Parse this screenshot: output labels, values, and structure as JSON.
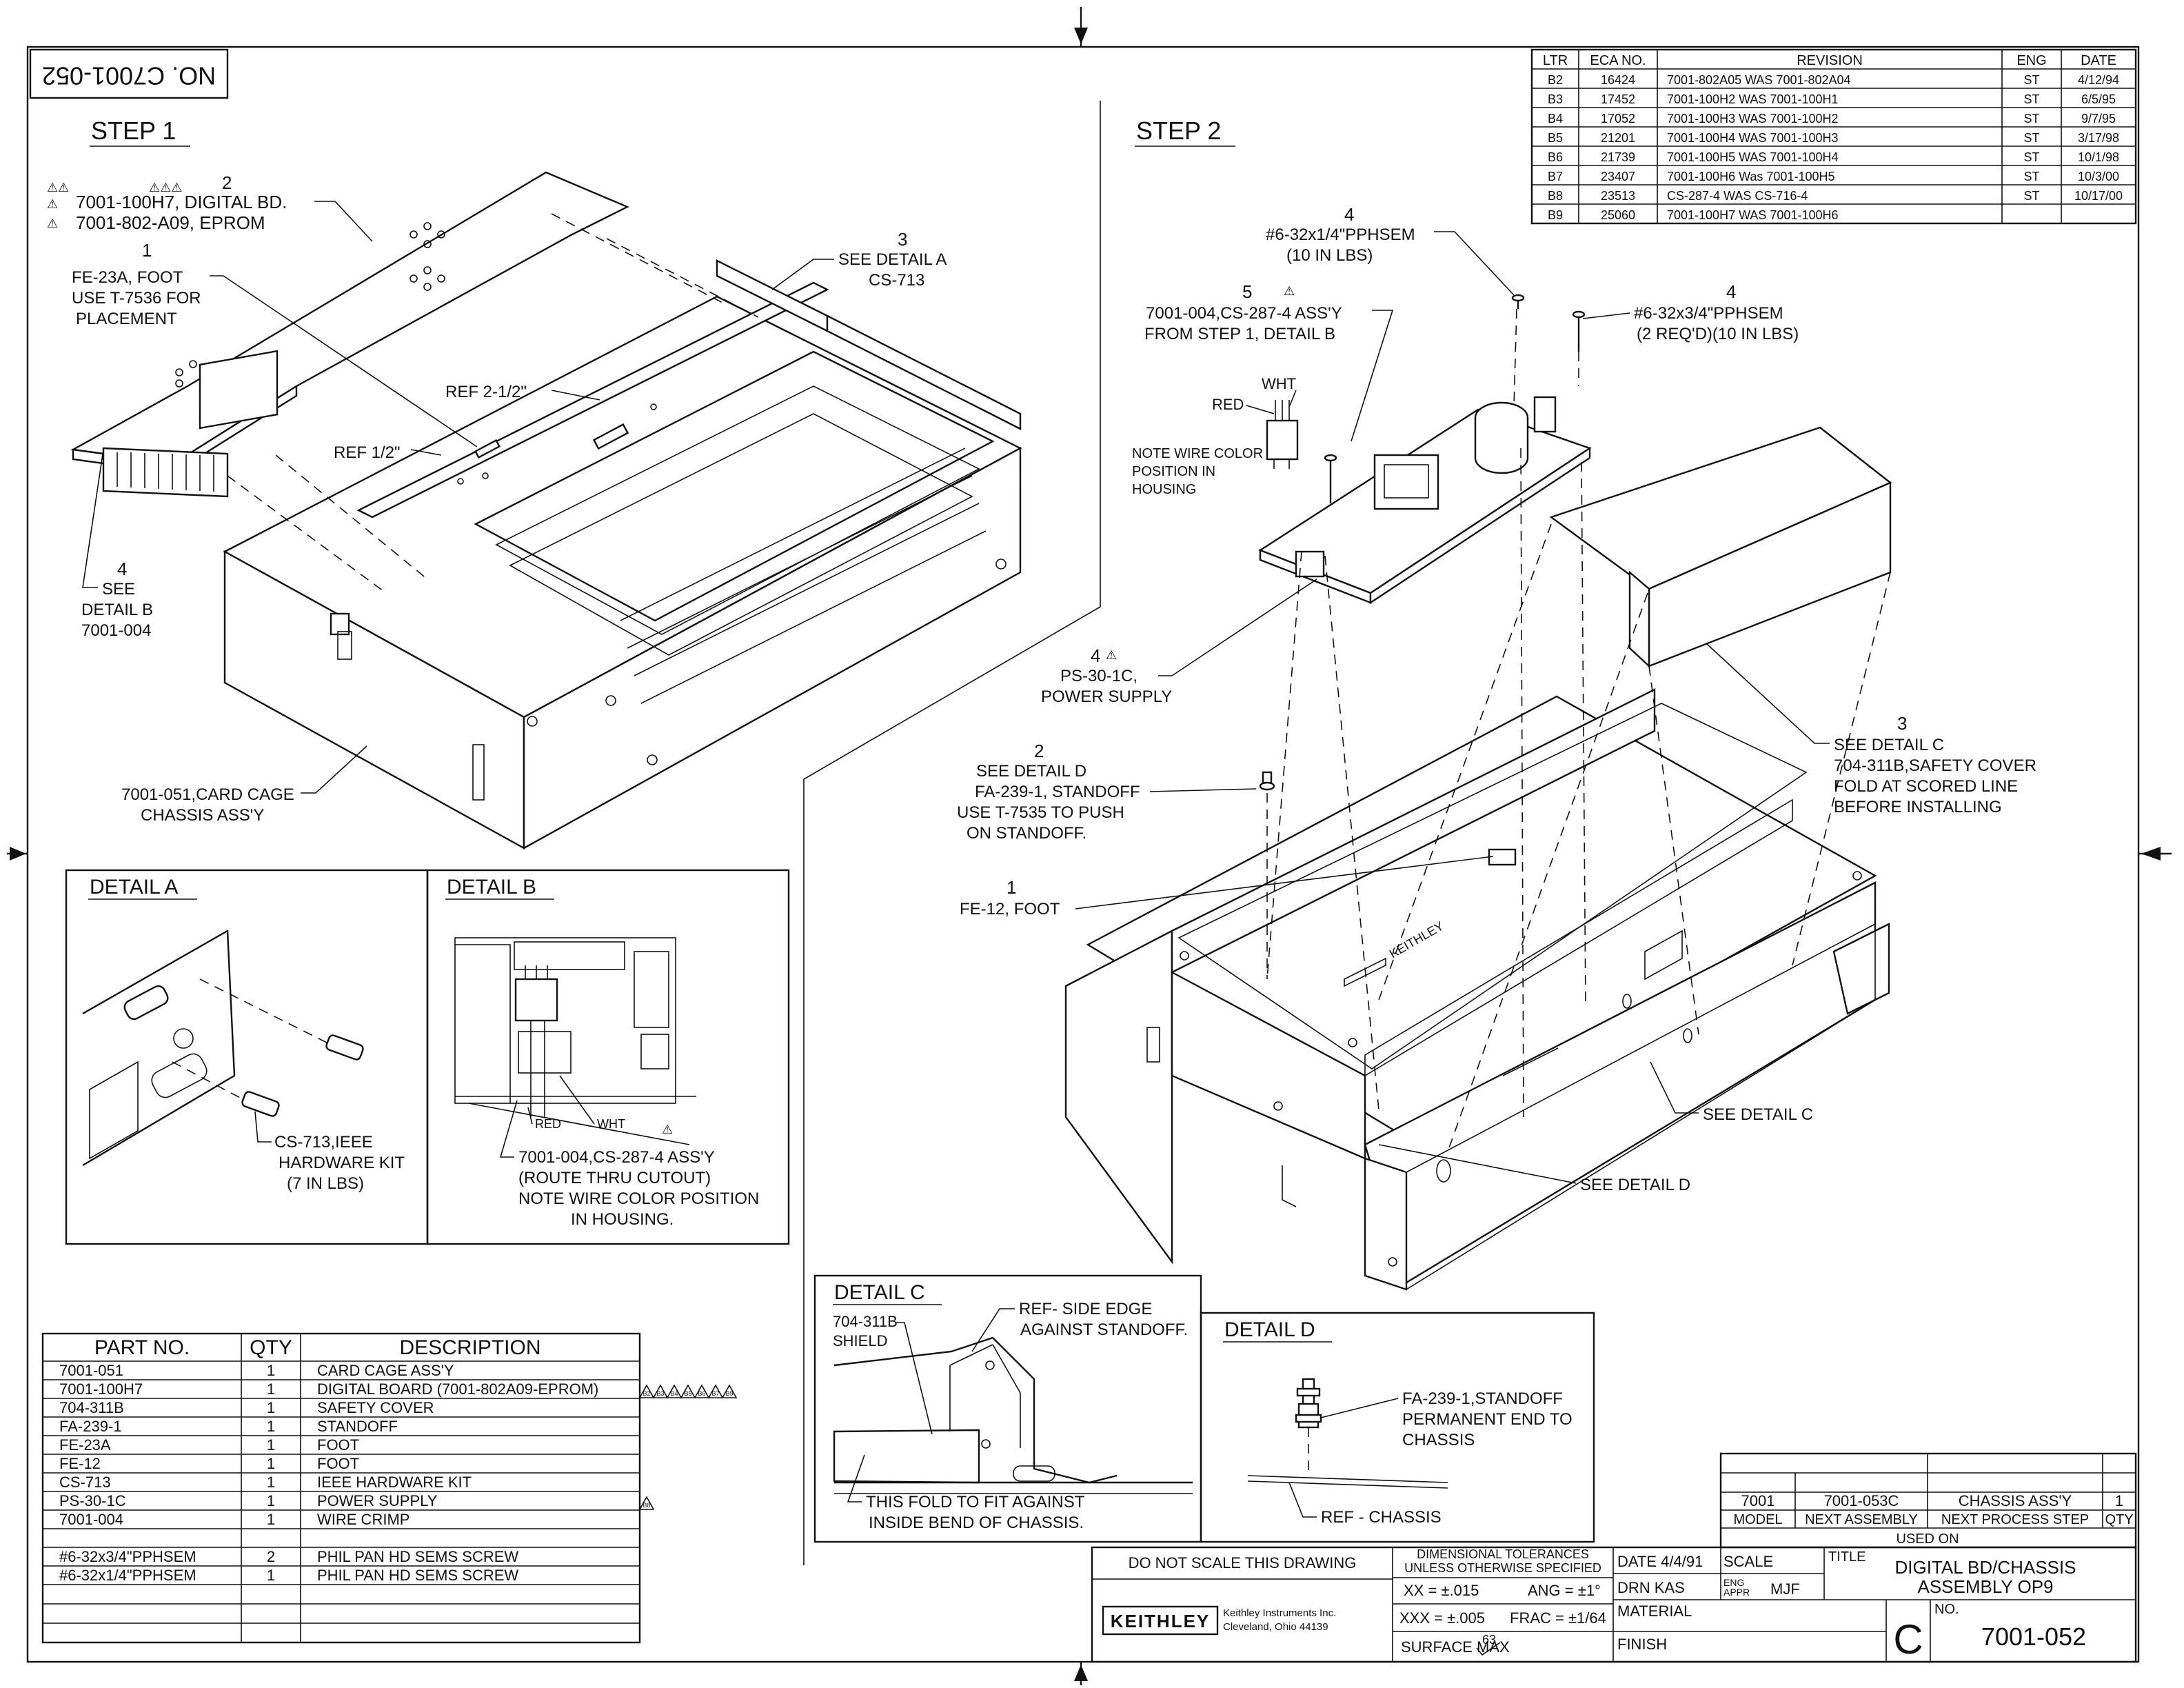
{
  "doc_number_box": "NO. C7001-052",
  "step1": {
    "heading": "STEP 1",
    "digital_bd_num": "2",
    "digital_bd": "7001-100H7, DIGITAL BD.",
    "eprom": "7001-802-A09, EPROM",
    "foot_num": "1",
    "foot_lines": [
      "FE-23A, FOOT",
      "USE T-7536 FOR",
      "PLACEMENT"
    ],
    "detail_a_num": "3",
    "detail_a_lines": [
      "SEE DETAIL A",
      "CS-713"
    ],
    "ref1": "REF 2-1/2\"",
    "ref2": "REF 1/2\"",
    "detail_b_num": "4",
    "detail_b_lines": [
      "SEE",
      "DETAIL B",
      "7001-004"
    ],
    "card_cage_lines": [
      "7001-051,CARD CAGE",
      "CHASSIS ASS'Y"
    ]
  },
  "step2": {
    "heading": "STEP 2",
    "screw1_num": "4",
    "screw1_lines": [
      "#6-32x1/4\"PPHSEM",
      "(10 IN LBS)"
    ],
    "screw2_num": "4",
    "screw2_lines": [
      "#6-32x3/4\"PPHSEM",
      "(2 REQ'D)(10 IN LBS)"
    ],
    "crimp_num": "5",
    "crimp_lines": [
      "7001-004,CS-287-4 ASS'Y",
      "FROM STEP 1, DETAIL B"
    ],
    "wht": "WHT",
    "red": "RED",
    "note_lines": [
      "NOTE WIRE COLOR",
      "POSITION IN",
      "HOUSING"
    ],
    "psu_num": "4",
    "psu_lines": [
      "PS-30-1C,",
      "POWER SUPPLY"
    ],
    "standoff_num": "2",
    "standoff_lines": [
      "SEE DETAIL D",
      "FA-239-1, STANDOFF",
      "USE T-7535 TO PUSH",
      "ON STANDOFF."
    ],
    "foot_num": "1",
    "foot_text": "FE-12, FOOT",
    "cover_num": "3",
    "cover_lines": [
      "SEE DETAIL C",
      "704-311B,SAFETY COVER",
      "FOLD AT SCORED LINE",
      "BEFORE INSTALLING"
    ],
    "see_c": "SEE DETAIL C",
    "see_d": "SEE DETAIL D",
    "chassis_mark": "KEITHLEY"
  },
  "detail_a": {
    "title": "DETAIL A",
    "lines": [
      "CS-713,IEEE",
      "HARDWARE KIT",
      "(7 IN LBS)"
    ]
  },
  "detail_b": {
    "title": "DETAIL B",
    "red": "RED",
    "wht": "WHT",
    "lines": [
      "7001-004,CS-287-4 ASS'Y",
      "(ROUTE THRU CUTOUT)",
      "NOTE WIRE COLOR POSITION",
      "IN HOUSING."
    ]
  },
  "detail_c": {
    "title": "DETAIL C",
    "shield_lines": [
      "704-311B",
      "SHIELD"
    ],
    "ref_lines": [
      "REF- SIDE EDGE",
      "AGAINST STANDOFF."
    ],
    "fold_lines": [
      "THIS FOLD TO FIT AGAINST",
      "INSIDE BEND OF CHASSIS."
    ]
  },
  "detail_d": {
    "title": "DETAIL D",
    "standoff_lines": [
      "FA-239-1,STANDOFF",
      "PERMANENT END TO",
      "CHASSIS"
    ],
    "ref": "REF - CHASSIS"
  },
  "revisions": {
    "headers": [
      "LTR",
      "ECA NO.",
      "REVISION",
      "ENG",
      "DATE"
    ],
    "rows": [
      [
        "B2",
        "16424",
        "7001-802A05 WAS 7001-802A04",
        "ST",
        "4/12/94"
      ],
      [
        "B3",
        "17452",
        "7001-100H2 WAS 7001-100H1",
        "ST",
        "6/5/95"
      ],
      [
        "B4",
        "17052",
        "7001-100H3 WAS 7001-100H2",
        "ST",
        "9/7/95"
      ],
      [
        "B5",
        "21201",
        "7001-100H4 WAS 7001-100H3",
        "ST",
        "3/17/98"
      ],
      [
        "B6",
        "21739",
        "7001-100H5 WAS 7001-100H4",
        "ST",
        "10/1/98"
      ],
      [
        "B7",
        "23407",
        "7001-100H6 Was 7001-100H5",
        "ST",
        "10/3/00"
      ],
      [
        "B8",
        "23513",
        "CS-287-4 WAS CS-716-4",
        "ST",
        "10/17/00"
      ],
      [
        "B9",
        "25060",
        "7001-100H7 WAS 7001-100H6",
        "",
        ""
      ]
    ]
  },
  "parts_list": {
    "headers": [
      "PART NO.",
      "QTY",
      "DESCRIPTION"
    ],
    "rows": [
      [
        "7001-051",
        "1",
        "CARD CAGE ASS'Y"
      ],
      [
        "7001-100H7",
        "1",
        "DIGITAL BOARD (7001-802A09-EPROM)"
      ],
      [
        "704-311B",
        "1",
        "SAFETY COVER"
      ],
      [
        "FA-239-1",
        "1",
        "STANDOFF"
      ],
      [
        "FE-23A",
        "1",
        "FOOT"
      ],
      [
        "FE-12",
        "1",
        "FOOT"
      ],
      [
        "CS-713",
        "1",
        "IEEE HARDWARE KIT"
      ],
      [
        "PS-30-1C",
        "1",
        "POWER SUPPLY"
      ],
      [
        "7001-004",
        "1",
        "WIRE CRIMP"
      ],
      [
        "",
        "",
        ""
      ],
      [
        "#6-32x3/4\"PPHSEM",
        "2",
        "PHIL PAN HD SEMS SCREW"
      ],
      [
        "#6-32x1/4\"PPHSEM",
        "1",
        "PHIL PAN HD SEMS SCREW"
      ]
    ],
    "flags_digital": [
      "B2",
      "B3",
      "B4",
      "B5",
      "B6",
      "B7",
      "B9"
    ],
    "flag_psu": "B8"
  },
  "used_on": {
    "row": [
      "7001",
      "7001-053C",
      "CHASSIS ASS'Y",
      "1"
    ],
    "headers": [
      "MODEL",
      "NEXT ASSEMBLY",
      "NEXT PROCESS STEP",
      "QTY"
    ],
    "label": "USED ON"
  },
  "title_block": {
    "do_not_scale": "DO NOT SCALE THIS DRAWING",
    "tol_title": [
      "DIMENSIONAL TOLERANCES",
      "UNLESS OTHERWISE SPECIFIED"
    ],
    "tol_xx": "XX = ±.015",
    "tol_ang": "ANG = ±1°",
    "tol_xxx": "XXX = ±.005",
    "tol_frac": "FRAC = ±1/64",
    "surface": "SURFACE MAX",
    "surface_val": "63",
    "date": "DATE 4/4/91",
    "scale": "SCALE",
    "drn": "DRN  KAS",
    "eng_appr": [
      "ENG",
      "APPR"
    ],
    "appr_name": "MJF",
    "material": "MATERIAL",
    "finish": "FINISH",
    "title_label": "TITLE",
    "title_lines": [
      "DIGITAL BD/CHASSIS",
      "ASSEMBLY   OP9"
    ],
    "size": "C",
    "no_label": "NO.",
    "number": "7001-052",
    "company_logo": "KEITHLEY",
    "company_lines": [
      "Keithley Instruments Inc.",
      "Cleveland, Ohio 44139"
    ]
  }
}
